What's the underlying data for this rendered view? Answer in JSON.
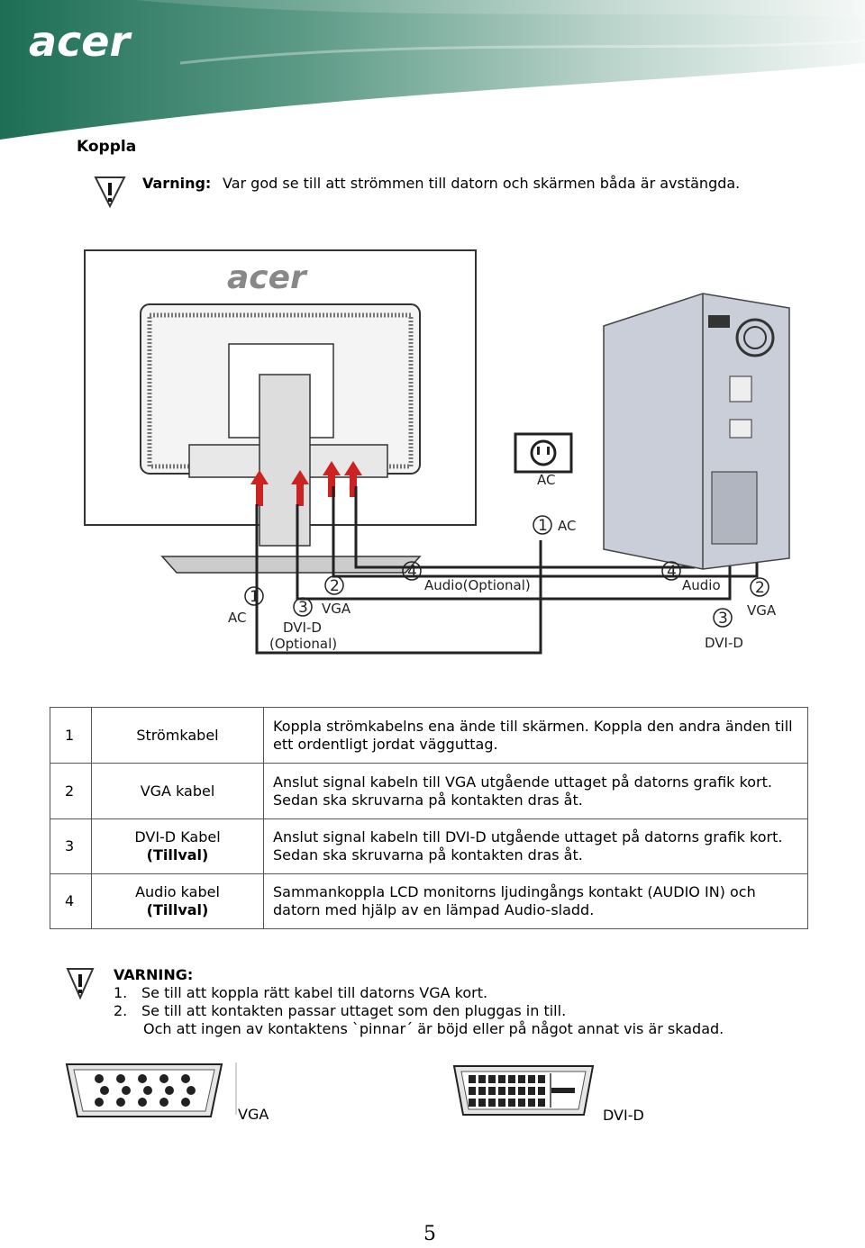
{
  "header": {
    "logo_text": "acer",
    "brand_color": "#1f7a5c"
  },
  "section": {
    "title": "Koppla"
  },
  "warning": {
    "label": "Varning:",
    "text": "Var god se till att strömmen till datorn och skärmen båda är avstängda."
  },
  "diagram": {
    "monitor_logo": "acer",
    "outlet_label": "AC",
    "labels": {
      "ac_outlet": "AC",
      "ac_left": "AC",
      "vga_left": "VGA",
      "dvid_left": "DVI-D",
      "dvid_optional": "(Optional)",
      "audio_optional": "Audio(Optional)",
      "audio_right": "Audio",
      "vga_right": "VGA",
      "dvid_right": "DVI-D"
    },
    "numbers": {
      "n1": "1",
      "n2": "2",
      "n3": "3",
      "n4": "4"
    }
  },
  "table": {
    "rows": [
      {
        "num": "1",
        "name": "Strömkabel",
        "name_extra": "",
        "desc1": "Koppla strömkabelns ena ände till skärmen. Koppla den andra änden till",
        "desc2": "ett ordentligt jordat vägguttag."
      },
      {
        "num": "2",
        "name": "VGA kabel",
        "name_extra": "",
        "desc1": "Anslut signal kabeln till VGA utgående uttaget på datorns grafik kort.",
        "desc2": "Sedan ska skruvarna på kontakten dras åt."
      },
      {
        "num": "3",
        "name": "DVI-D Kabel",
        "name_extra": "(Tillval)",
        "desc1": "Anslut signal kabeln till DVI-D utgående uttaget på datorns grafik kort.",
        "desc2": "Sedan ska skruvarna på kontakten dras åt."
      },
      {
        "num": "4",
        "name": "Audio kabel",
        "name_extra": "(Tillval)",
        "desc1": "Sammankoppla LCD monitorns ljudingångs kontakt (AUDIO IN) och",
        "desc2": "datorn med hjälp av en lämpad Audio-sladd."
      }
    ]
  },
  "warning2": {
    "heading": "VARNING:",
    "items": [
      {
        "n": "1.",
        "text": "Se till att koppla rätt kabel till datorns VGA kort."
      },
      {
        "n": "2.",
        "text": "Se till att kontakten passar uttaget som den pluggas in till."
      }
    ],
    "continuation": "Och att ingen av kontaktens `pinnar´ är böjd eller på något annat vis är skadad."
  },
  "connectors": {
    "vga_label": "VGA",
    "dvid_label": "DVI-D"
  },
  "page_number": "5"
}
